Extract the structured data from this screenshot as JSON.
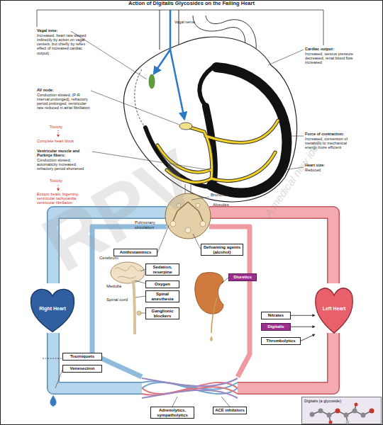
{
  "diagram": {
    "title": "Action of Digitalis Glycosides on the Failing Heart",
    "nodes": [
      {
        "text": [
          "Antihistaminics"
        ]
      },
      {
        "text": [
          "Defoaming agents (alcohol)"
        ]
      },
      {
        "text": [
          "Sedation, reserpine"
        ]
      },
      {
        "text": [
          "Oxygen"
        ]
      },
      {
        "text": [
          "Spinal anesthesia"
        ]
      },
      {
        "text": [
          "Diuretics"
        ]
      },
      {
        "text": [
          "Ganglionic blockers"
        ]
      },
      {
        "text": [
          "Right Heart"
        ]
      },
      {
        "text": [
          "Left Heart"
        ]
      },
      {
        "text": [
          "Nitrates"
        ]
      },
      {
        "text": [
          "Digitalis"
        ]
      },
      {
        "text": [
          "Thrombolytics"
        ]
      },
      {
        "text": [
          "Tourniquets"
        ]
      },
      {
        "text": [
          "Venesection"
        ]
      },
      {
        "text": [
          "Adrenolytics, sympatholytics"
        ]
      },
      {
        "text": [
          "ACE inhibitors"
        ]
      },
      {
        "text": [
          "Digitalis (a glycoside)"
        ]
      }
    ],
    "edges": [
      {
        "from": 9,
        "to": 8,
        "arrow": "to"
      },
      {
        "from": 10,
        "to": 8,
        "arrow": "to"
      },
      {
        "from": 11,
        "to": 8,
        "arrow": "to"
      }
    ],
    "labels": [
      "Vagal nerve",
      "Vagal tone:",
      "Increased, heart rate slowed indirectly by action on vagal centers, but chiefly by reflex effect of increased cardiac output)",
      "Cardiac output:",
      "Increased, venous pressure decreased, renal blood flow increased",
      "AV node:",
      "Conduction slowed, (P-R interval prolonged), refractory period prolonged, ventricular rate reduced in atrial fibrillation",
      "Toxicity",
      "Complete heart block",
      "Force of contraction:",
      "Increased, conversion of metabolic to mechanical energy more efficient",
      "Ventricular muscle and Purkinje fibers:",
      "Conduction slowed, automaticity increased, refractory period shortened",
      "Toxicity",
      "Ectopic beats, bigeminy, ventricular tachycardia, ventricular fibrillation",
      "Heart size:",
      "Reduced",
      "Bronchus",
      "Pulmonary circulation",
      "Alveoles",
      "Cerebrum",
      "Medulla",
      "Spinal cord",
      "RPV",
      "A medical new idea..."
    ]
  }
}
